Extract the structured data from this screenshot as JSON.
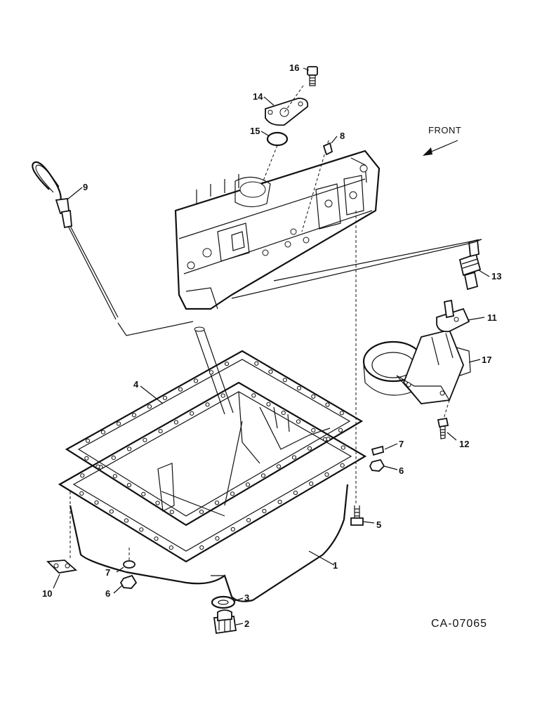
{
  "figure": {
    "code": "CA-07065",
    "direction_label": "FRONT"
  },
  "callouts": [
    {
      "id": "1",
      "text": "1"
    },
    {
      "id": "2",
      "text": "2"
    },
    {
      "id": "3",
      "text": "3"
    },
    {
      "id": "4",
      "text": "4"
    },
    {
      "id": "5",
      "text": "5"
    },
    {
      "id": "6a",
      "text": "6"
    },
    {
      "id": "6b",
      "text": "6"
    },
    {
      "id": "7a",
      "text": "7"
    },
    {
      "id": "7b",
      "text": "7"
    },
    {
      "id": "8",
      "text": "8"
    },
    {
      "id": "9",
      "text": "9"
    },
    {
      "id": "10",
      "text": "10"
    },
    {
      "id": "11",
      "text": "11"
    },
    {
      "id": "12",
      "text": "12"
    },
    {
      "id": "13",
      "text": "13"
    },
    {
      "id": "14",
      "text": "14"
    },
    {
      "id": "15",
      "text": "15"
    },
    {
      "id": "16",
      "text": "16"
    },
    {
      "id": "17",
      "text": "17"
    }
  ]
}
